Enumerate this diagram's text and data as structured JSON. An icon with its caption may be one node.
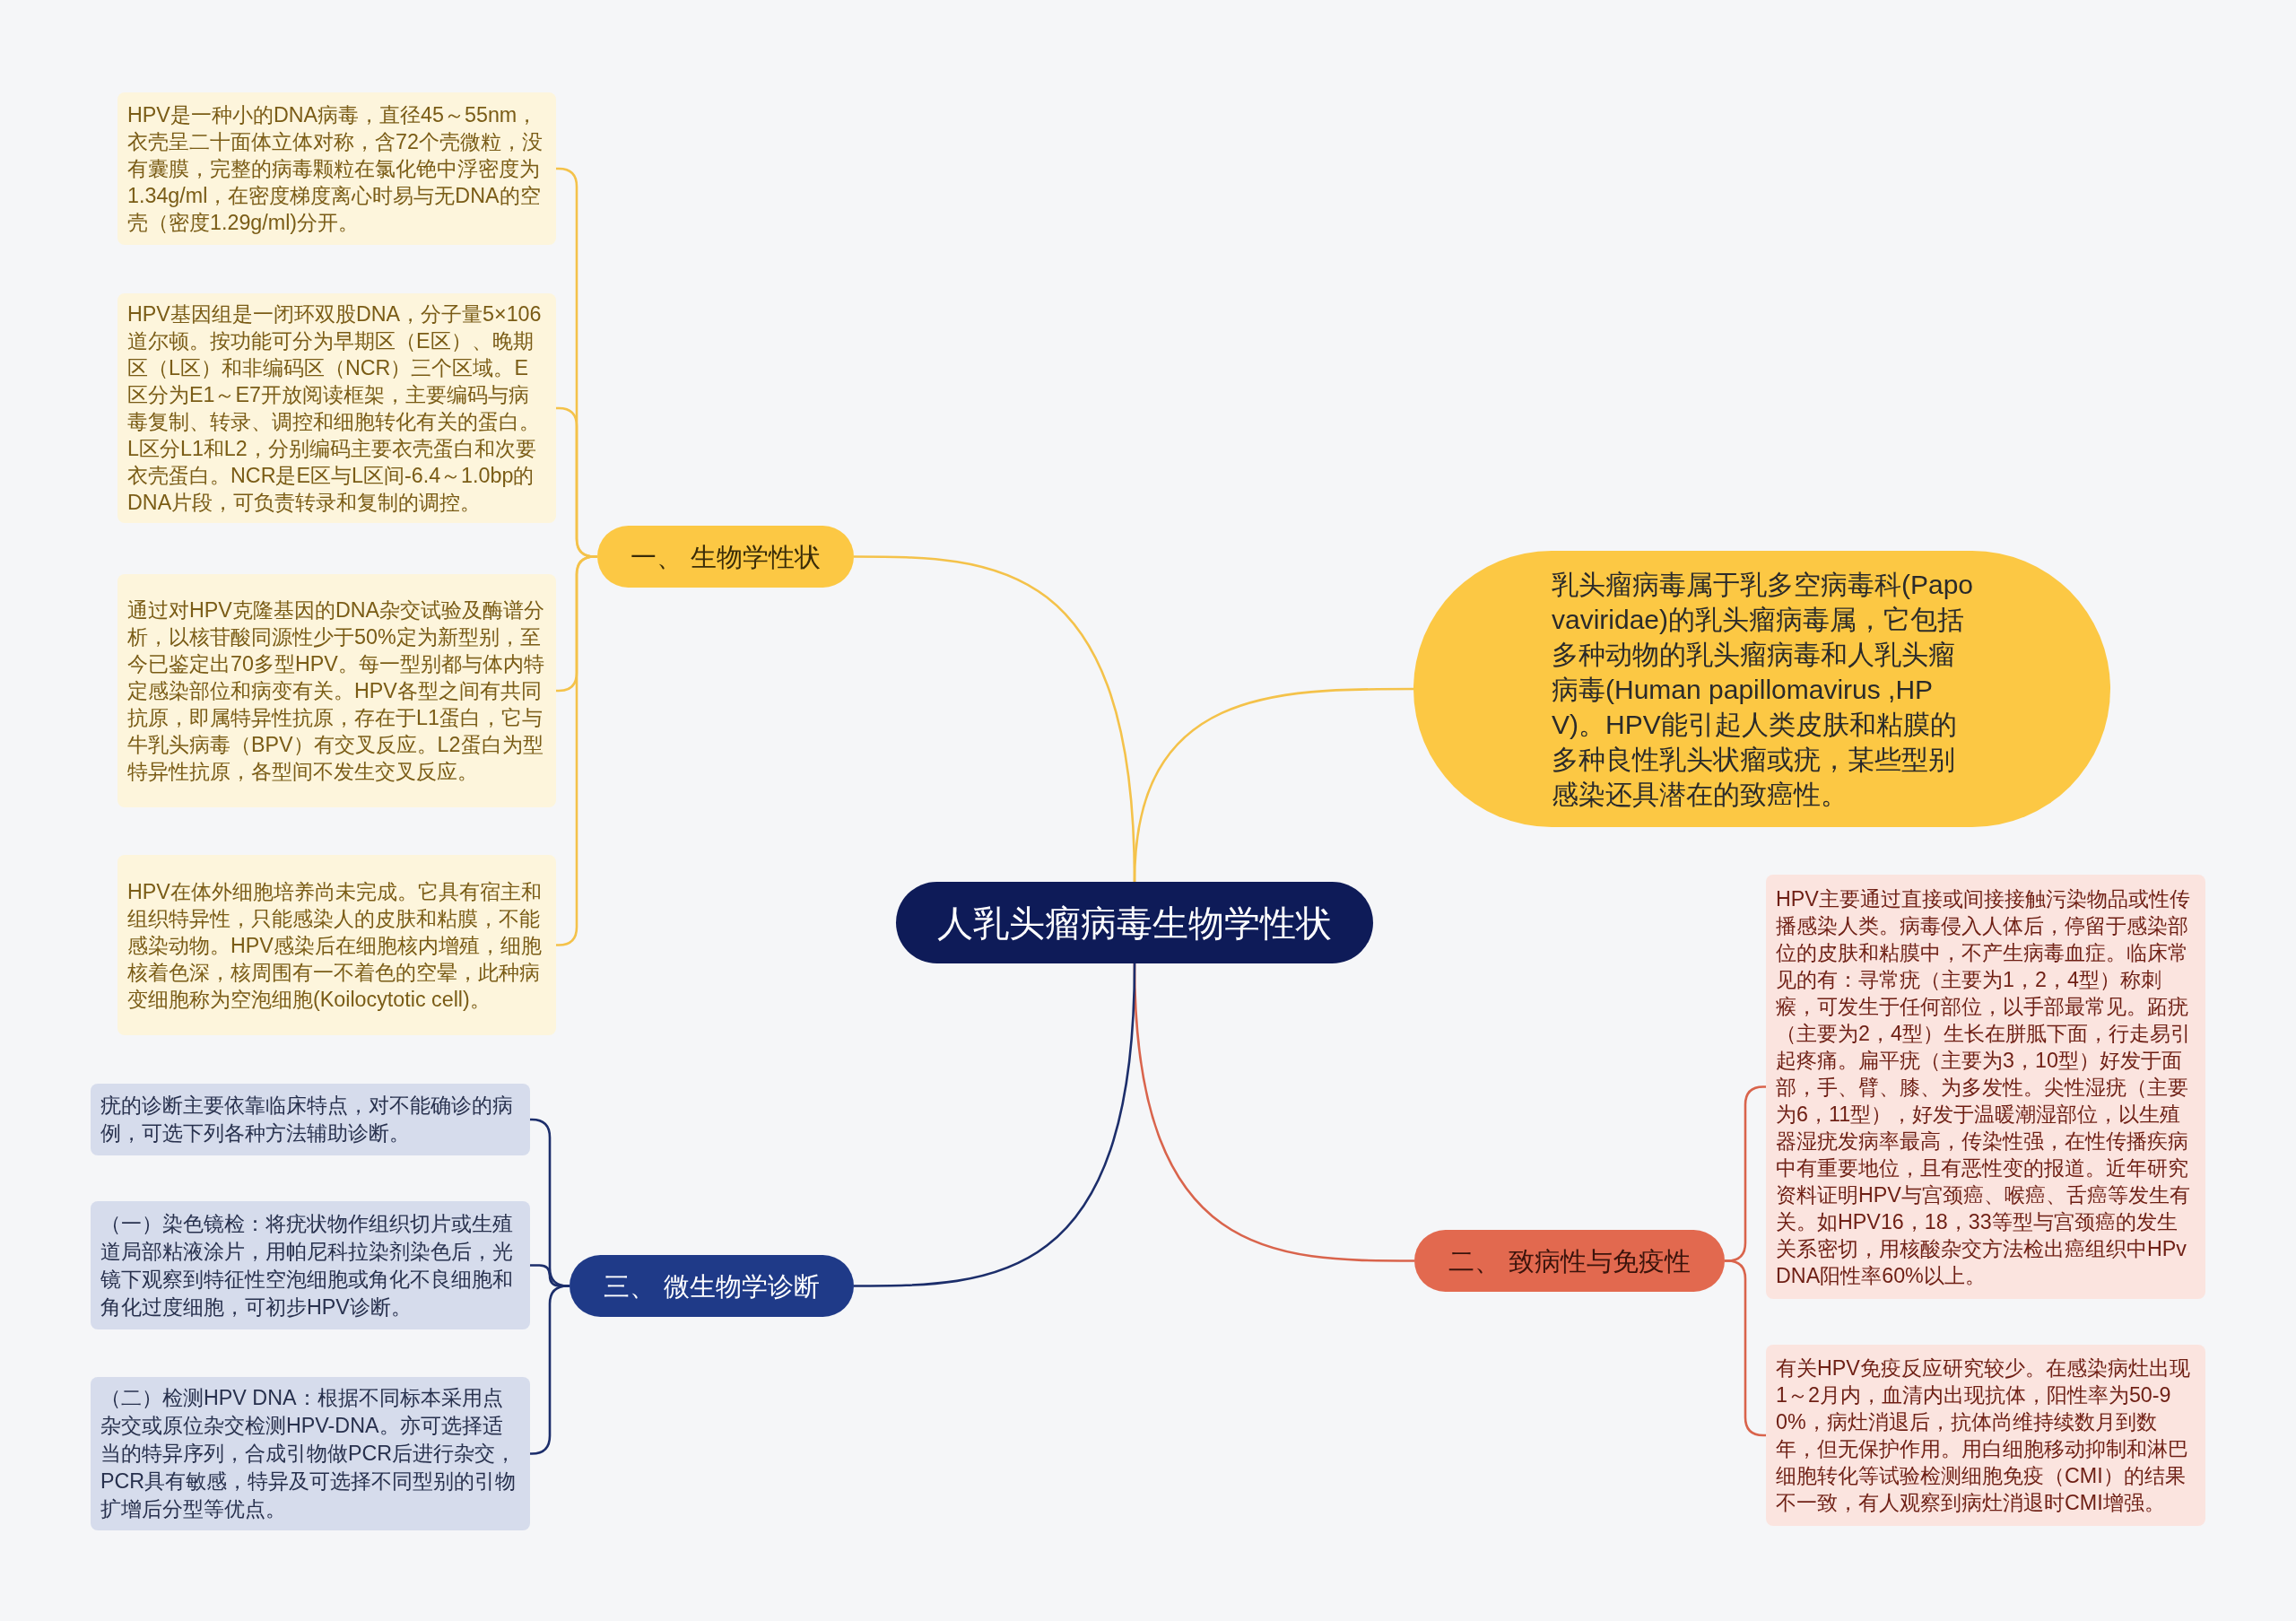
{
  "diagram": {
    "nodes": [
      {
        "text": [
          "人乳头瘤病毒生物学性状"
        ]
      },
      {
        "text": [
          "一、 生物学性状"
        ]
      },
      {
        "text": [
          "HPV是一种小的DNA病毒，直径45～55nm，衣壳呈二十面体立体对称，含72个壳微粒，没有囊膜，完整的病毒颗粒在氯化铯中浮密度为1.34g/ml，在密度梯度离心时易与无DNA的空壳（密度1.29g/ml)分开。"
        ]
      },
      {
        "text": [
          "HPV基因组是一闭环双股DNA，分子量5×106道尔顿。按功能可分为早期区（E区）、晚期区（L区）和非编码区（NCR）三个区域。E区分为E1～E7开放阅读框架，主要编码与病毒复制、转录、调控和细胞转化有关的蛋白。L区分L1和L2，分别编码主要衣壳蛋白和次要衣壳蛋白。NCR是E区与L区间-6.4～1.0bp的DNA片段，可负责转录和复制的调控。"
        ]
      },
      {
        "text": [
          "通过对HPV克隆基因的DNA杂交试验及酶谱分析，以核苷酸同源性少于50%定为新型别，至今已鉴定出70多型HPV。每一型别都与体内特定感染部位和病变有关。HPV各型之间有共同抗原，即属特异性抗原，存在于L1蛋白，它与牛乳头病毒（BPV）有交叉反应。L2蛋白为型特异性抗原，各型间不发生交叉反应。"
        ]
      },
      {
        "text": [
          "HPV在体外细胞培养尚未完成。它具有宿主和组织特异性，只能感染人的皮肤和粘膜，不能感染动物。HPV感染后在细胞核内增殖，细胞核着色深，核周围有一不着色的空晕，此种病变细胞称为空泡细胞(Koilocytotic cell)。"
        ]
      },
      {
        "text": [
          "乳头瘤病毒属于乳多空病毒科(Papovaviridae)的乳头瘤病毒属，它包括多种动物的乳头瘤病毒和人乳头瘤病毒(Human papillomavirus ,HPV)。HPV能引起人类皮肤和粘膜的多种良性乳头状瘤或疣，某些型别感染还具潜在的致癌性。"
        ]
      },
      {
        "text": [
          "二、 致病性与免疫性"
        ]
      },
      {
        "text": [
          "HPV主要通过直接或间接接触污染物品或性传播感染人类。病毒侵入人体后，停留于感染部位的皮肤和粘膜中，不产生病毒血症。临床常见的有：寻常疣（主要为1，2，4型）称刺瘊，可发生于任何部位，以手部最常见。跖疣（主要为2，4型）生长在胼胝下面，行走易引起疼痛。扁平疣（主要为3，10型）好发于面部，手、臂、膝、为多发性。尖性湿疣（主要为6，11型），好发于温暖潮湿部位，以生殖器湿疣发病率最高，传染性强，在性传播疾病中有重要地位，且有恶性变的报道。近年研究资料证明HPV与宫颈癌、喉癌、舌癌等发生有关。如HPV16，18，33等型与宫颈癌的发生关系密切，用核酸杂交方法检出癌组织中HPv DNA阳性率60%以上。"
        ]
      },
      {
        "text": [
          "有关HPV免疫反应研究较少。在感染病灶出现1～2月内，血清内出现抗体，阳性率为50-90%，病灶消退后，抗体尚维持续数月到数年，但无保护作用。用白细胞移动抑制和淋巴细胞转化等试验检测细胞免疫（CMI）的结果不一致，有人观察到病灶消退时CMI增强。"
        ]
      },
      {
        "text": [
          "三、 微生物学诊断"
        ]
      },
      {
        "text": [
          "疣的诊断主要依靠临床特点，对不能确诊的病例，可选下列各种方法辅助诊断。"
        ]
      },
      {
        "text": [
          "（一）染色镜检：将疣状物作组织切片或生殖道局部粘液涂片，用帕尼科拉染剂染色后，光镜下观察到特征性空泡细胞或角化不良细胞和角化过度细胞，可初步HPV诊断。"
        ]
      },
      {
        "text": [
          "（二）检测HPV DNA：根据不同标本采用点杂交或原位杂交检测HPV-DNA。亦可选择适当的特异序列，合成引物做PCR后进行杂交，PCR具有敏感，特异及可选择不同型别的引物扩增后分型等优点。"
        ]
      }
    ],
    "edges": [
      {
        "from": 0,
        "to": 1,
        "arrow": "none"
      },
      {
        "from": 1,
        "to": 2,
        "arrow": "none"
      },
      {
        "from": 1,
        "to": 3,
        "arrow": "none"
      },
      {
        "from": 1,
        "to": 4,
        "arrow": "none"
      },
      {
        "from": 1,
        "to": 5,
        "arrow": "none"
      },
      {
        "from": 0,
        "to": 6,
        "arrow": "none"
      },
      {
        "from": 0,
        "to": 7,
        "arrow": "none",
        "color": "#d9644c"
      },
      {
        "from": 7,
        "to": 8,
        "arrow": "none",
        "color": "#d9644c"
      },
      {
        "from": 7,
        "to": 9,
        "arrow": "none",
        "color": "#d9644c"
      },
      {
        "from": 0,
        "to": 10,
        "arrow": "none",
        "color": "#1c2e6b"
      },
      {
        "from": 10,
        "to": 11,
        "arrow": "none",
        "color": "#1c2e6b"
      },
      {
        "from": 10,
        "to": 12,
        "arrow": "none",
        "color": "#1c2e6b"
      },
      {
        "from": 10,
        "to": 13,
        "arrow": "none",
        "color": "#1c2e6b"
      }
    ]
  }
}
